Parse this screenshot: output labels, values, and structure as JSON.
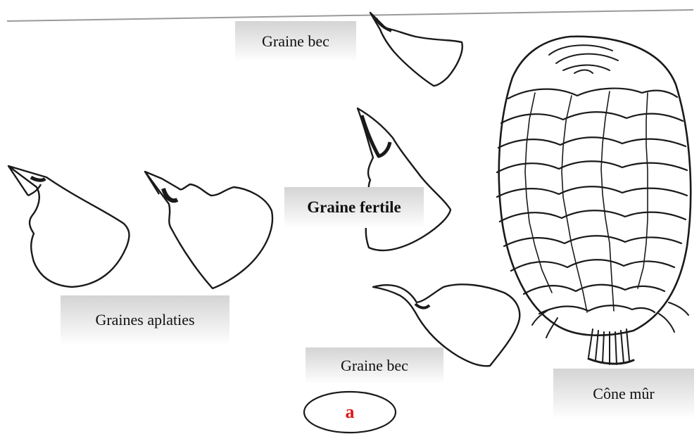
{
  "labels": {
    "graine_bec_top": "Graine bec",
    "graine_fertile": "Graine fertile",
    "graines_aplaties": "Graines aplaties",
    "graine_bec_bottom": "Graine bec",
    "cone_mur": "Cône mûr"
  },
  "panel_letter": "a",
  "colors": {
    "ink": "#1a1a1a",
    "label_box": "#dcdcdc",
    "panel_letter": "#e01818"
  }
}
